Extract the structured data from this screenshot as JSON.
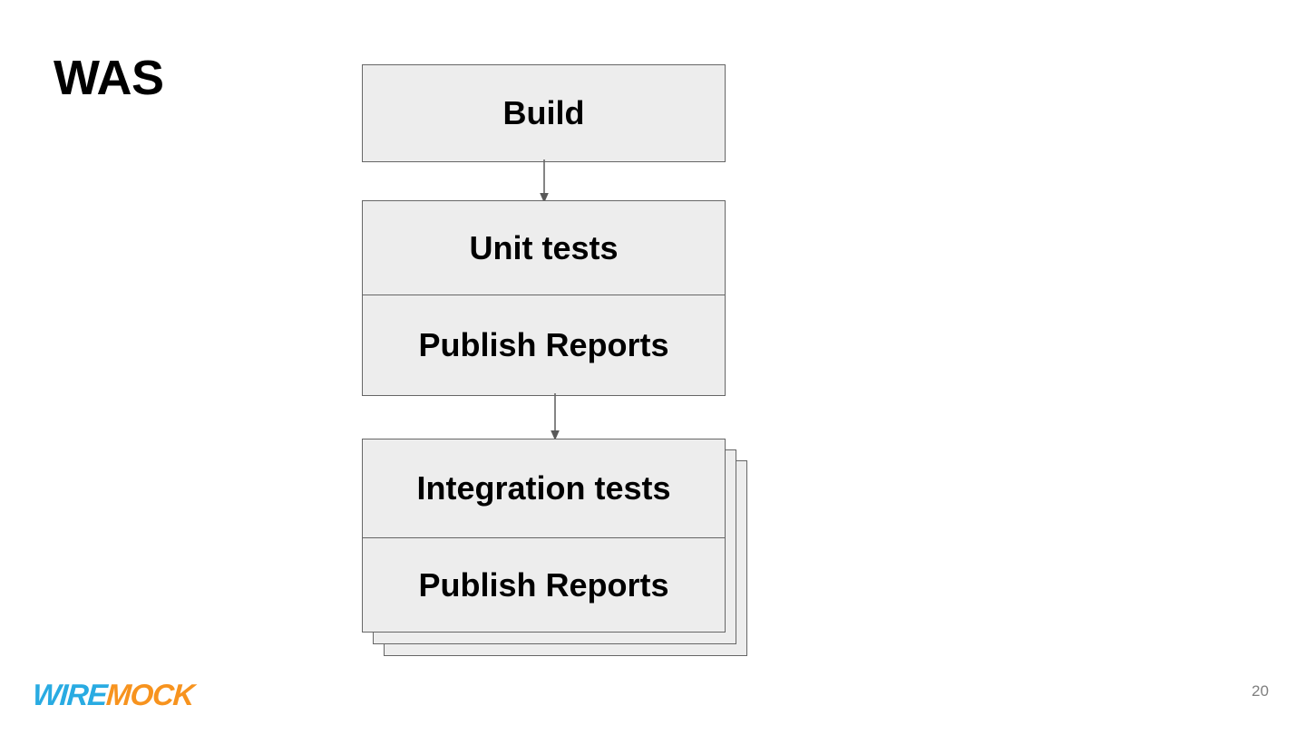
{
  "slide": {
    "title": "WAS",
    "page_number": "20",
    "background_color": "#ffffff"
  },
  "logo": {
    "part_one": "WIRE",
    "part_two": "MOCK",
    "color_one": "#29ABE2",
    "color_two": "#F7931E"
  },
  "diagram": {
    "type": "flowchart",
    "node_fill_color": "#ededed",
    "node_border_color": "#666666",
    "nodes": [
      {
        "id": "build",
        "label": "Build"
      },
      {
        "id": "unit-tests",
        "label": "Unit tests"
      },
      {
        "id": "publish-reports-1",
        "label": "Publish Reports"
      },
      {
        "id": "integration-tests",
        "label": "Integration tests"
      },
      {
        "id": "publish-reports-2",
        "label": "Publish Reports"
      }
    ],
    "stack_layers": 3,
    "arrows": [
      {
        "from": "build",
        "to": "unit-tests"
      },
      {
        "from": "publish-reports-1",
        "to": "integration-tests"
      }
    ]
  }
}
